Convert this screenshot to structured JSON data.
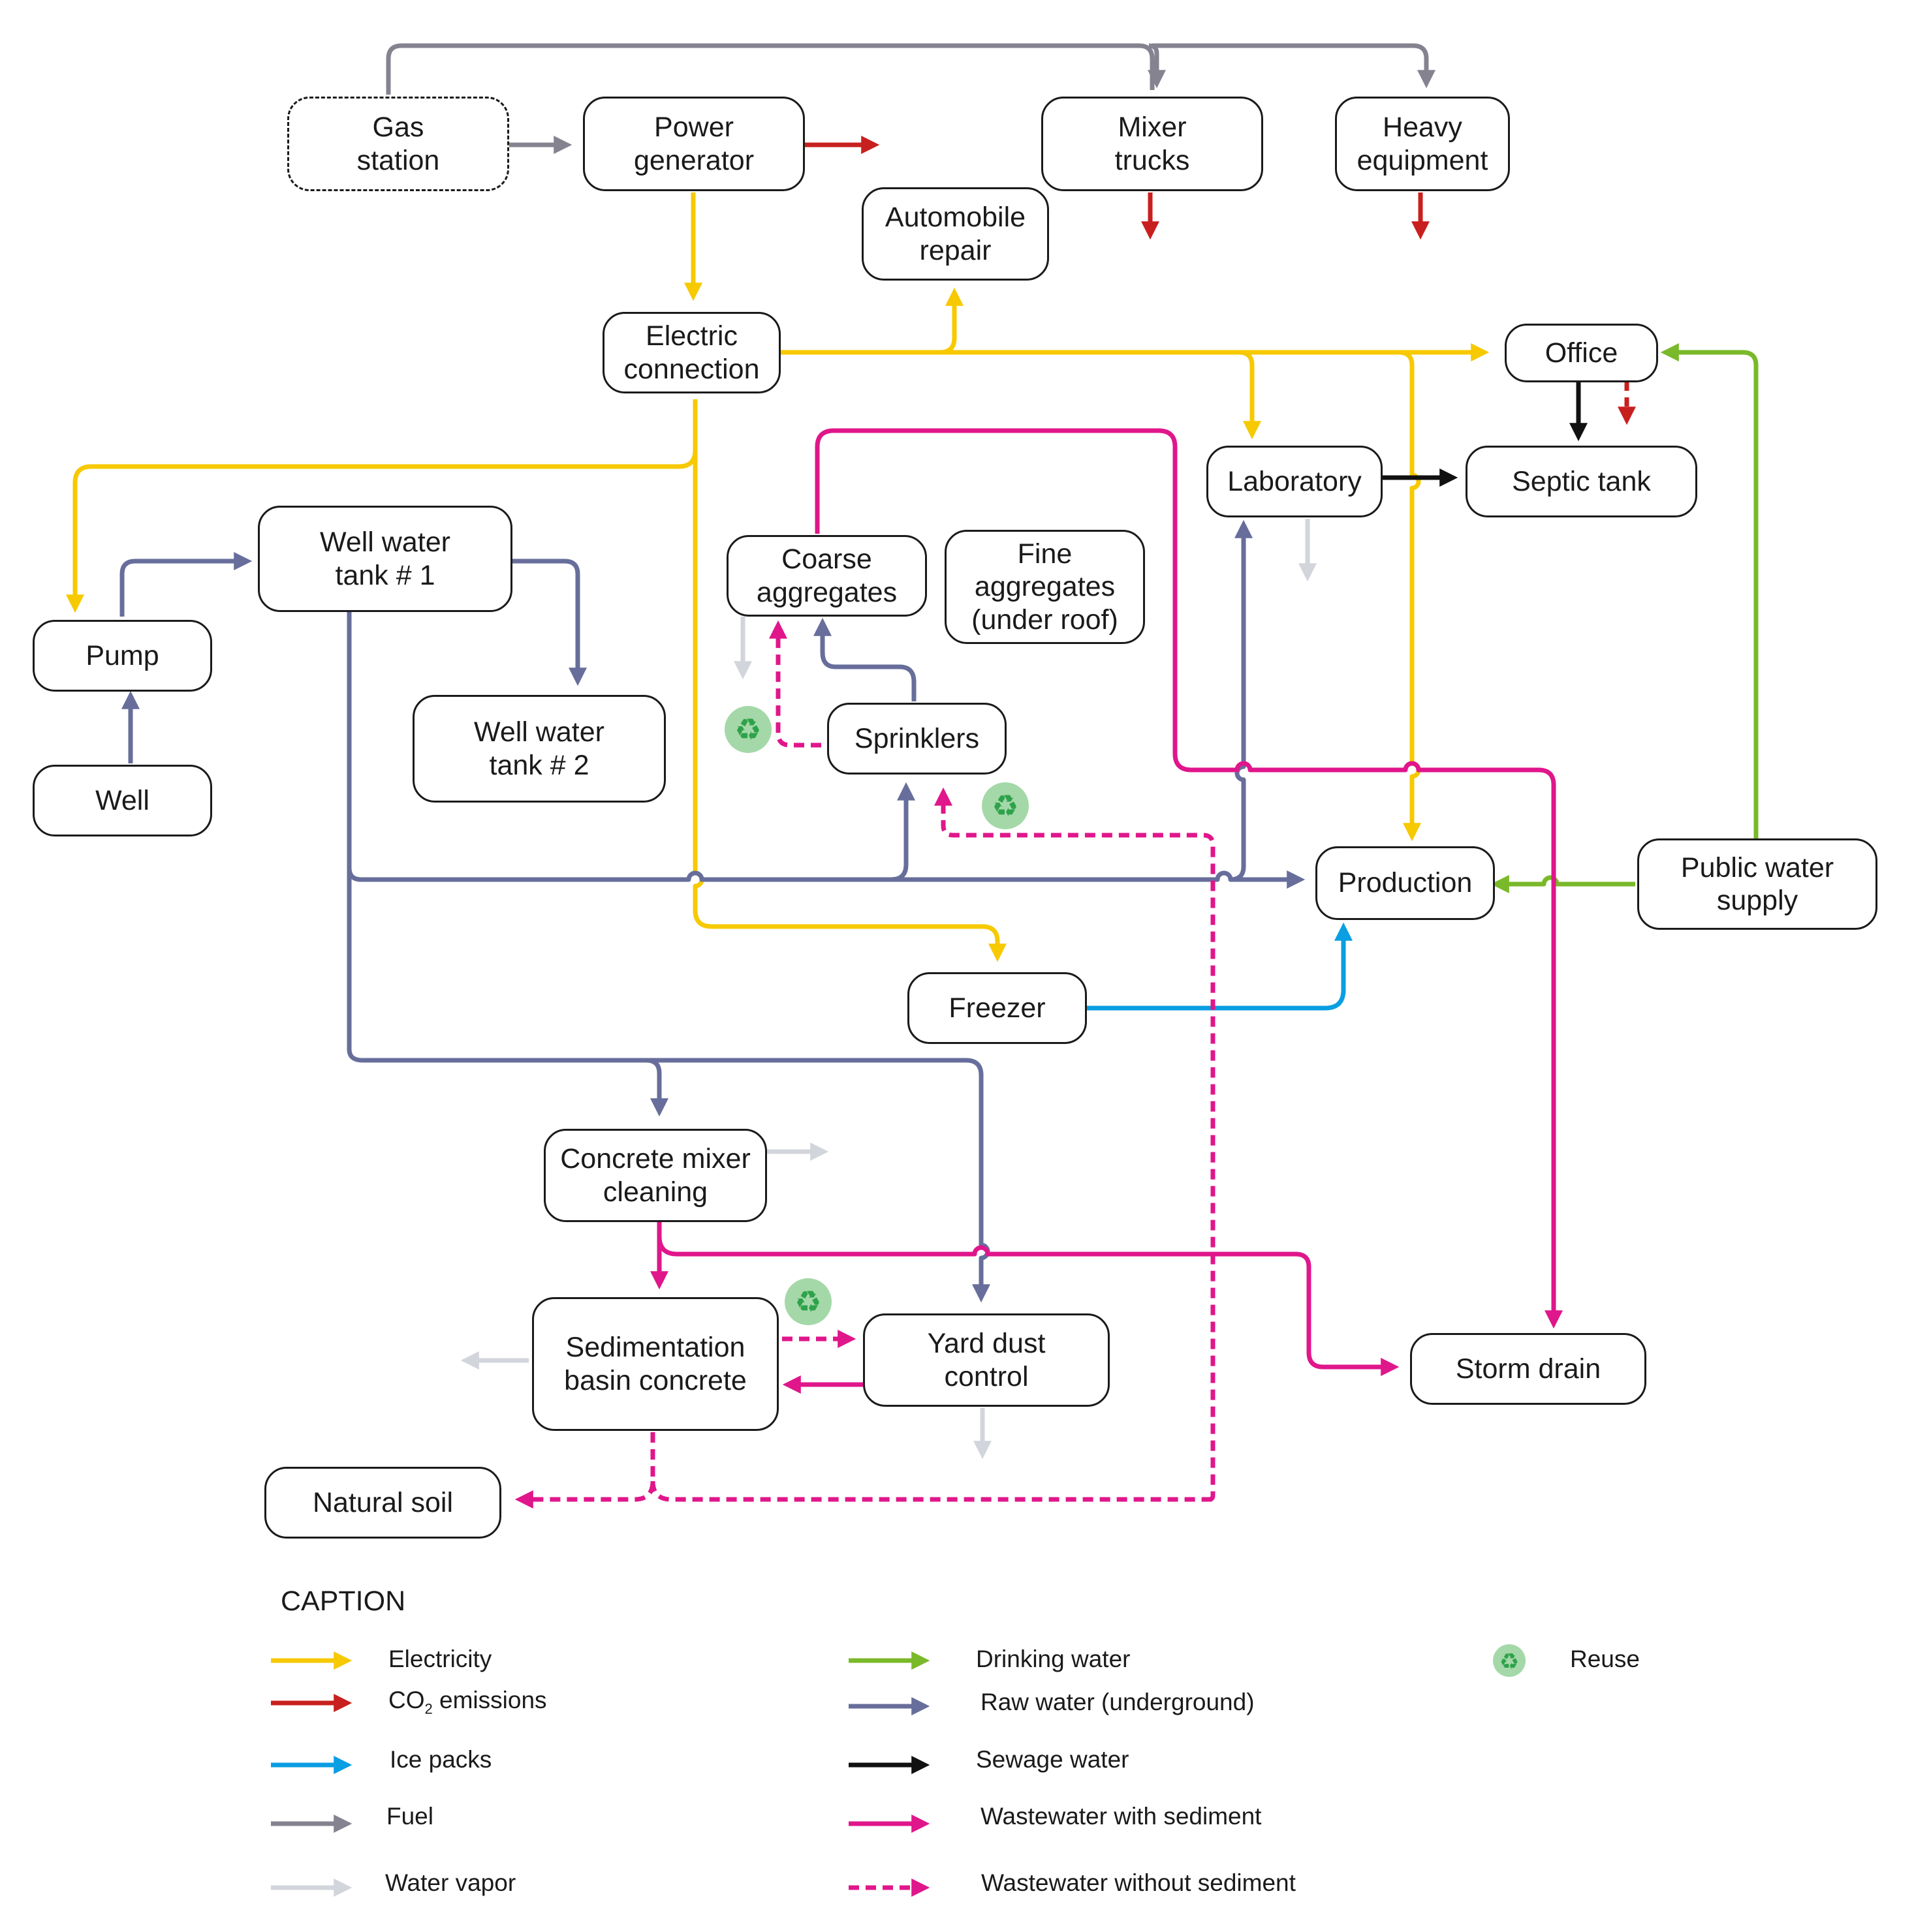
{
  "nodes": {
    "gas_station": "Gas\nstation",
    "power_generator": "Power\ngenerator",
    "mixer_trucks": "Mixer\ntrucks",
    "heavy_equipment": "Heavy\nequipment",
    "automobile_repair": "Automobile\nrepair",
    "electric_connection": "Electric\nconnection",
    "office": "Office",
    "laboratory": "Laboratory",
    "septic_tank": "Septic tank",
    "well_water_tank_1": "Well water\ntank # 1",
    "pump": "Pump",
    "well": "Well",
    "well_water_tank_2": "Well water\ntank # 2",
    "coarse_aggregates": "Coarse\naggregates",
    "fine_aggregates": "Fine\naggregates\n(under roof)",
    "sprinklers": "Sprinklers",
    "production": "Production",
    "public_water_supply": "Public water\nsupply",
    "freezer": "Freezer",
    "concrete_mixer_cleaning": "Concrete mixer\ncleaning",
    "sedimentation_basin": "Sedimentation\nbasin  concrete",
    "yard_dust_control": "Yard dust\ncontrol",
    "storm_drain": "Storm drain",
    "natural_soil": "Natural soil"
  },
  "caption": {
    "title": "CAPTION",
    "items": {
      "electricity": "Electricity",
      "co2_prefix": "CO",
      "co2_sub": "2",
      "co2_suffix": "emissions",
      "ice_packs": "Ice packs",
      "fuel": "Fuel",
      "water_vapor": "Water vapor",
      "drinking_water": "Drinking water",
      "raw_water": "Raw water (underground)",
      "sewage_water": "Sewage water",
      "wastewater_sediment": "Wastewater with sediment",
      "wastewater_no_sediment": "Wastewater without sediment",
      "reuse": "Reuse"
    }
  },
  "colors": {
    "electricity": "#f7c900",
    "co2": "#c8201e",
    "ice_packs": "#0a9ee2",
    "fuel": "#85838f",
    "water_vapor": "#d3d5dc",
    "drinking_water": "#7ab929",
    "raw_water": "#676e9b",
    "sewage_water": "#111111",
    "wastewater": "#e0168b",
    "reuse_bg": "#a4d8a8",
    "reuse_icon": "#2ea24a"
  },
  "icons": {
    "reuse": "recycle-icon"
  }
}
